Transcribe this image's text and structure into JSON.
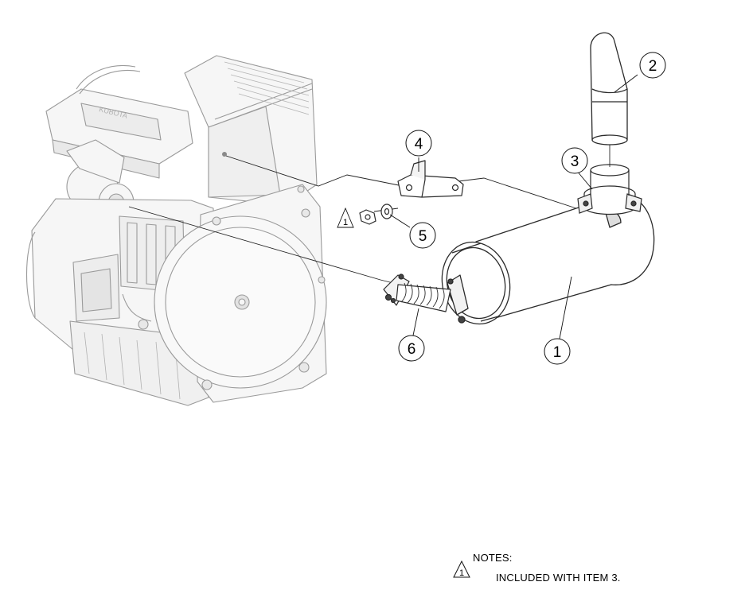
{
  "callouts": {
    "item_1": "1",
    "item_2": "2",
    "item_3": "3",
    "item_4": "4",
    "item_5": "5",
    "item_6": "6"
  },
  "note_flag": "1",
  "notes": {
    "title": "NOTES:",
    "flag": "1",
    "line_1": "INCLUDED WITH ITEM 3."
  }
}
